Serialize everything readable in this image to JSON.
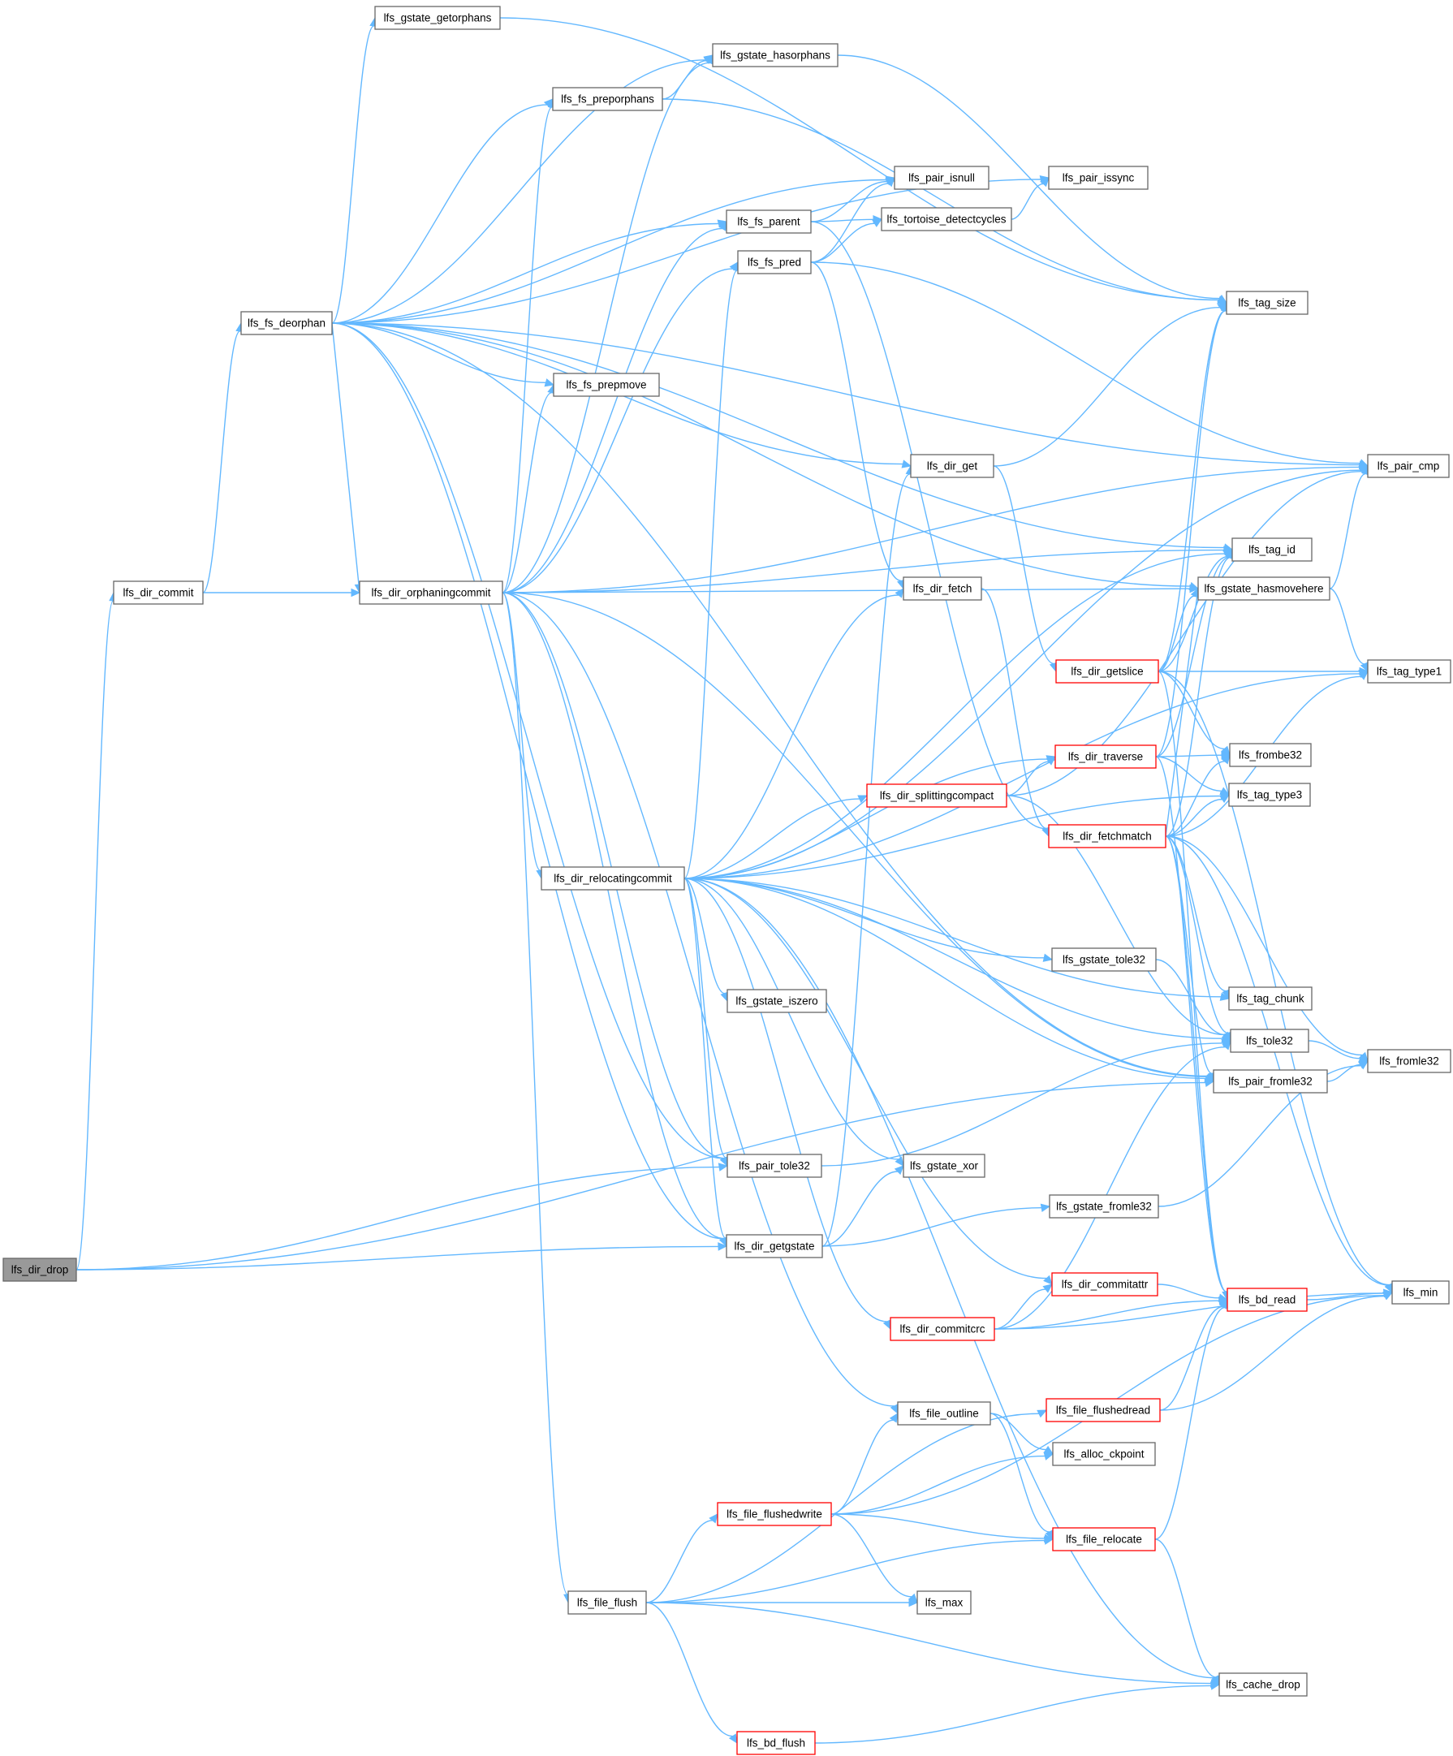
{
  "colors": {
    "edge": "#63b8ff",
    "node_border": "#666666",
    "node_fill": "#ffffff",
    "node_root_fill": "#999999",
    "node_root_border": "#666666",
    "node_highlight_border": "#ff0000",
    "text": "#000000"
  },
  "nodes": [
    {
      "id": "lfs_dir_drop",
      "label": "lfs_dir_drop",
      "style": "root"
    },
    {
      "id": "lfs_dir_commit",
      "label": "lfs_dir_commit",
      "style": "normal"
    },
    {
      "id": "lfs_fs_deorphan",
      "label": "lfs_fs_deorphan",
      "style": "normal"
    },
    {
      "id": "lfs_dir_orphaningcommit",
      "label": "lfs_dir_orphaningcommit",
      "style": "normal"
    },
    {
      "id": "lfs_dir_relocatingcommit",
      "label": "lfs_dir_relocatingcommit",
      "style": "normal"
    },
    {
      "id": "lfs_file_flush",
      "label": "lfs_file_flush",
      "style": "normal"
    },
    {
      "id": "lfs_gstate_getorphans",
      "label": "lfs_gstate_getorphans",
      "style": "normal"
    },
    {
      "id": "lfs_gstate_hasorphans",
      "label": "lfs_gstate_hasorphans",
      "style": "normal"
    },
    {
      "id": "lfs_fs_preporphans",
      "label": "lfs_fs_preporphans",
      "style": "normal"
    },
    {
      "id": "lfs_pair_isnull",
      "label": "lfs_pair_isnull",
      "style": "normal"
    },
    {
      "id": "lfs_pair_issync",
      "label": "lfs_pair_issync",
      "style": "normal"
    },
    {
      "id": "lfs_fs_parent",
      "label": "lfs_fs_parent",
      "style": "normal"
    },
    {
      "id": "lfs_tortoise_detectcycles",
      "label": "lfs_tortoise_detectcycles",
      "style": "normal"
    },
    {
      "id": "lfs_fs_pred",
      "label": "lfs_fs_pred",
      "style": "normal"
    },
    {
      "id": "lfs_tag_size",
      "label": "lfs_tag_size",
      "style": "normal"
    },
    {
      "id": "lfs_fs_prepmove",
      "label": "lfs_fs_prepmove",
      "style": "normal"
    },
    {
      "id": "lfs_dir_get",
      "label": "lfs_dir_get",
      "style": "normal"
    },
    {
      "id": "lfs_pair_cmp",
      "label": "lfs_pair_cmp",
      "style": "normal"
    },
    {
      "id": "lfs_tag_id",
      "label": "lfs_tag_id",
      "style": "normal"
    },
    {
      "id": "lfs_dir_fetch",
      "label": "lfs_dir_fetch",
      "style": "normal"
    },
    {
      "id": "lfs_gstate_hasmovehere",
      "label": "lfs_gstate_hasmovehere",
      "style": "normal"
    },
    {
      "id": "lfs_dir_getslice",
      "label": "lfs_dir_getslice",
      "style": "red"
    },
    {
      "id": "lfs_tag_type1",
      "label": "lfs_tag_type1",
      "style": "normal"
    },
    {
      "id": "lfs_dir_traverse",
      "label": "lfs_dir_traverse",
      "style": "red"
    },
    {
      "id": "lfs_frombe32",
      "label": "lfs_frombe32",
      "style": "normal"
    },
    {
      "id": "lfs_dir_splittingcompact",
      "label": "lfs_dir_splittingcompact",
      "style": "red"
    },
    {
      "id": "lfs_tag_type3",
      "label": "lfs_tag_type3",
      "style": "normal"
    },
    {
      "id": "lfs_dir_fetchmatch",
      "label": "lfs_dir_fetchmatch",
      "style": "red"
    },
    {
      "id": "lfs_gstate_tole32",
      "label": "lfs_gstate_tole32",
      "style": "normal"
    },
    {
      "id": "lfs_tag_chunk",
      "label": "lfs_tag_chunk",
      "style": "normal"
    },
    {
      "id": "lfs_gstate_iszero",
      "label": "lfs_gstate_iszero",
      "style": "normal"
    },
    {
      "id": "lfs_tole32",
      "label": "lfs_tole32",
      "style": "normal"
    },
    {
      "id": "lfs_fromle32",
      "label": "lfs_fromle32",
      "style": "normal"
    },
    {
      "id": "lfs_pair_fromle32",
      "label": "lfs_pair_fromle32",
      "style": "normal"
    },
    {
      "id": "lfs_pair_tole32",
      "label": "lfs_pair_tole32",
      "style": "normal"
    },
    {
      "id": "lfs_gstate_xor",
      "label": "lfs_gstate_xor",
      "style": "normal"
    },
    {
      "id": "lfs_gstate_fromle32",
      "label": "lfs_gstate_fromle32",
      "style": "normal"
    },
    {
      "id": "lfs_dir_getgstate",
      "label": "lfs_dir_getgstate",
      "style": "normal"
    },
    {
      "id": "lfs_dir_commitattr",
      "label": "lfs_dir_commitattr",
      "style": "red"
    },
    {
      "id": "lfs_bd_read",
      "label": "lfs_bd_read",
      "style": "red"
    },
    {
      "id": "lfs_min",
      "label": "lfs_min",
      "style": "normal"
    },
    {
      "id": "lfs_dir_commitcrc",
      "label": "lfs_dir_commitcrc",
      "style": "red"
    },
    {
      "id": "lfs_file_outline",
      "label": "lfs_file_outline",
      "style": "normal"
    },
    {
      "id": "lfs_file_flushedread",
      "label": "lfs_file_flushedread",
      "style": "red"
    },
    {
      "id": "lfs_alloc_ckpoint",
      "label": "lfs_alloc_ckpoint",
      "style": "normal"
    },
    {
      "id": "lfs_file_flushedwrite",
      "label": "lfs_file_flushedwrite",
      "style": "red"
    },
    {
      "id": "lfs_file_relocate",
      "label": "lfs_file_relocate",
      "style": "red"
    },
    {
      "id": "lfs_max",
      "label": "lfs_max",
      "style": "normal"
    },
    {
      "id": "lfs_cache_drop",
      "label": "lfs_cache_drop",
      "style": "normal"
    },
    {
      "id": "lfs_bd_flush",
      "label": "lfs_bd_flush",
      "style": "red"
    }
  ],
  "edges": [
    [
      "lfs_dir_drop",
      "lfs_dir_commit"
    ],
    [
      "lfs_dir_drop",
      "lfs_pair_tole32"
    ],
    [
      "lfs_dir_drop",
      "lfs_dir_getgstate"
    ],
    [
      "lfs_dir_drop",
      "lfs_pair_fromle32"
    ],
    [
      "lfs_dir_commit",
      "lfs_fs_deorphan"
    ],
    [
      "lfs_dir_commit",
      "lfs_dir_orphaningcommit"
    ],
    [
      "lfs_fs_deorphan",
      "lfs_gstate_getorphans"
    ],
    [
      "lfs_fs_deorphan",
      "lfs_gstate_hasorphans"
    ],
    [
      "lfs_fs_deorphan",
      "lfs_fs_preporphans"
    ],
    [
      "lfs_fs_deorphan",
      "lfs_pair_issync"
    ],
    [
      "lfs_fs_deorphan",
      "lfs_pair_isnull"
    ],
    [
      "lfs_fs_deorphan",
      "lfs_fs_parent"
    ],
    [
      "lfs_fs_deorphan",
      "lfs_gstate_hasmovehere"
    ],
    [
      "lfs_fs_deorphan",
      "lfs_tag_id"
    ],
    [
      "lfs_fs_deorphan",
      "lfs_fs_prepmove"
    ],
    [
      "lfs_fs_deorphan",
      "lfs_dir_get"
    ],
    [
      "lfs_fs_deorphan",
      "lfs_pair_cmp"
    ],
    [
      "lfs_fs_deorphan",
      "lfs_dir_orphaningcommit"
    ],
    [
      "lfs_fs_deorphan",
      "lfs_pair_tole32"
    ],
    [
      "lfs_fs_deorphan",
      "lfs_dir_getgstate"
    ],
    [
      "lfs_fs_deorphan",
      "lfs_pair_fromle32"
    ],
    [
      "lfs_gstate_getorphans",
      "lfs_tag_size"
    ],
    [
      "lfs_gstate_hasorphans",
      "lfs_tag_size"
    ],
    [
      "lfs_fs_preporphans",
      "lfs_gstate_hasorphans"
    ],
    [
      "lfs_fs_preporphans",
      "lfs_tag_size"
    ],
    [
      "lfs_fs_parent",
      "lfs_pair_isnull"
    ],
    [
      "lfs_fs_parent",
      "lfs_tortoise_detectcycles"
    ],
    [
      "lfs_fs_parent",
      "lfs_dir_fetchmatch"
    ],
    [
      "lfs_tortoise_detectcycles",
      "lfs_pair_issync"
    ],
    [
      "lfs_fs_pred",
      "lfs_pair_isnull"
    ],
    [
      "lfs_fs_pred",
      "lfs_tortoise_detectcycles"
    ],
    [
      "lfs_fs_pred",
      "lfs_pair_cmp"
    ],
    [
      "lfs_fs_pred",
      "lfs_dir_fetch"
    ],
    [
      "lfs_dir_get",
      "lfs_tag_size"
    ],
    [
      "lfs_dir_get",
      "lfs_dir_getslice"
    ],
    [
      "lfs_dir_fetch",
      "lfs_dir_fetchmatch"
    ],
    [
      "lfs_gstate_hasmovehere",
      "lfs_pair_cmp"
    ],
    [
      "lfs_gstate_hasmovehere",
      "lfs_tag_type1"
    ],
    [
      "lfs_dir_getslice",
      "lfs_tag_size"
    ],
    [
      "lfs_dir_getslice",
      "lfs_tag_id"
    ],
    [
      "lfs_dir_getslice",
      "lfs_gstate_hasmovehere"
    ],
    [
      "lfs_dir_getslice",
      "lfs_tag_type1"
    ],
    [
      "lfs_dir_getslice",
      "lfs_frombe32"
    ],
    [
      "lfs_dir_getslice",
      "lfs_min"
    ],
    [
      "lfs_dir_getslice",
      "lfs_bd_read"
    ],
    [
      "lfs_dir_traverse",
      "lfs_tag_size"
    ],
    [
      "lfs_dir_traverse",
      "lfs_tag_id"
    ],
    [
      "lfs_dir_traverse",
      "lfs_frombe32"
    ],
    [
      "lfs_dir_traverse",
      "lfs_tag_type3"
    ],
    [
      "lfs_dir_traverse",
      "lfs_bd_read"
    ],
    [
      "lfs_dir_splittingcompact",
      "lfs_pair_cmp"
    ],
    [
      "lfs_dir_splittingcompact",
      "lfs_dir_traverse"
    ],
    [
      "lfs_dir_splittingcompact",
      "lfs_tole32"
    ],
    [
      "lfs_dir_fetchmatch",
      "lfs_tag_id"
    ],
    [
      "lfs_dir_fetchmatch",
      "lfs_gstate_hasmovehere"
    ],
    [
      "lfs_dir_fetchmatch",
      "lfs_frombe32"
    ],
    [
      "lfs_dir_fetchmatch",
      "lfs_tag_type3"
    ],
    [
      "lfs_dir_fetchmatch",
      "lfs_tag_type1"
    ],
    [
      "lfs_dir_fetchmatch",
      "lfs_tag_chunk"
    ],
    [
      "lfs_dir_fetchmatch",
      "lfs_tole32"
    ],
    [
      "lfs_dir_fetchmatch",
      "lfs_fromle32"
    ],
    [
      "lfs_dir_fetchmatch",
      "lfs_pair_fromle32"
    ],
    [
      "lfs_dir_fetchmatch",
      "lfs_bd_read"
    ],
    [
      "lfs_dir_fetchmatch",
      "lfs_min"
    ],
    [
      "lfs_dir_orphaningcommit",
      "lfs_gstate_hasorphans"
    ],
    [
      "lfs_dir_orphaningcommit",
      "lfs_fs_preporphans"
    ],
    [
      "lfs_dir_orphaningcommit",
      "lfs_fs_parent"
    ],
    [
      "lfs_dir_orphaningcommit",
      "lfs_fs_pred"
    ],
    [
      "lfs_dir_orphaningcommit",
      "lfs_fs_prepmove"
    ],
    [
      "lfs_dir_orphaningcommit",
      "lfs_pair_cmp"
    ],
    [
      "lfs_dir_orphaningcommit",
      "lfs_tag_id"
    ],
    [
      "lfs_dir_orphaningcommit",
      "lfs_gstate_hasmovehere"
    ],
    [
      "lfs_dir_orphaningcommit",
      "lfs_dir_relocatingcommit"
    ],
    [
      "lfs_dir_orphaningcommit",
      "lfs_pair_tole32"
    ],
    [
      "lfs_dir_orphaningcommit",
      "lfs_dir_getgstate"
    ],
    [
      "lfs_dir_orphaningcommit",
      "lfs_file_outline"
    ],
    [
      "lfs_dir_orphaningcommit",
      "lfs_file_flush"
    ],
    [
      "lfs_dir_orphaningcommit",
      "lfs_pair_fromle32"
    ],
    [
      "lfs_dir_relocatingcommit",
      "lfs_fs_pred"
    ],
    [
      "lfs_dir_relocatingcommit",
      "lfs_dir_fetch"
    ],
    [
      "lfs_dir_relocatingcommit",
      "lfs_tag_id"
    ],
    [
      "lfs_dir_relocatingcommit",
      "lfs_pair_cmp"
    ],
    [
      "lfs_dir_relocatingcommit",
      "lfs_tag_type1"
    ],
    [
      "lfs_dir_relocatingcommit",
      "lfs_dir_traverse"
    ],
    [
      "lfs_dir_relocatingcommit",
      "lfs_dir_splittingcompact"
    ],
    [
      "lfs_dir_relocatingcommit",
      "lfs_tag_type3"
    ],
    [
      "lfs_dir_relocatingcommit",
      "lfs_gstate_tole32"
    ],
    [
      "lfs_dir_relocatingcommit",
      "lfs_tag_chunk"
    ],
    [
      "lfs_dir_relocatingcommit",
      "lfs_gstate_iszero"
    ],
    [
      "lfs_dir_relocatingcommit",
      "lfs_tole32"
    ],
    [
      "lfs_dir_relocatingcommit",
      "lfs_pair_fromle32"
    ],
    [
      "lfs_dir_relocatingcommit",
      "lfs_pair_tole32"
    ],
    [
      "lfs_dir_relocatingcommit",
      "lfs_gstate_xor"
    ],
    [
      "lfs_dir_relocatingcommit",
      "lfs_dir_getgstate"
    ],
    [
      "lfs_dir_relocatingcommit",
      "lfs_dir_commitattr"
    ],
    [
      "lfs_dir_relocatingcommit",
      "lfs_dir_commitcrc"
    ],
    [
      "lfs_dir_relocatingcommit",
      "lfs_cache_drop"
    ],
    [
      "lfs_gstate_tole32",
      "lfs_tole32"
    ],
    [
      "lfs_tole32",
      "lfs_fromle32"
    ],
    [
      "lfs_pair_fromle32",
      "lfs_fromle32"
    ],
    [
      "lfs_pair_tole32",
      "lfs_tole32"
    ],
    [
      "lfs_gstate_fromle32",
      "lfs_fromle32"
    ],
    [
      "lfs_dir_getgstate",
      "lfs_dir_get"
    ],
    [
      "lfs_dir_getgstate",
      "lfs_gstate_xor"
    ],
    [
      "lfs_dir_getgstate",
      "lfs_gstate_fromle32"
    ],
    [
      "lfs_dir_commitattr",
      "lfs_bd_read"
    ],
    [
      "lfs_bd_read",
      "lfs_min"
    ],
    [
      "lfs_dir_commitcrc",
      "lfs_dir_commitattr"
    ],
    [
      "lfs_dir_commitcrc",
      "lfs_tole32"
    ],
    [
      "lfs_dir_commitcrc",
      "lfs_bd_read"
    ],
    [
      "lfs_dir_commitcrc",
      "lfs_min"
    ],
    [
      "lfs_file_outline",
      "lfs_alloc_ckpoint"
    ],
    [
      "lfs_file_outline",
      "lfs_file_relocate"
    ],
    [
      "lfs_file_flushedread",
      "lfs_bd_read"
    ],
    [
      "lfs_file_flushedread",
      "lfs_min"
    ],
    [
      "lfs_file_flushedwrite",
      "lfs_file_outline"
    ],
    [
      "lfs_file_flushedwrite",
      "lfs_alloc_ckpoint"
    ],
    [
      "lfs_file_flushedwrite",
      "lfs_min"
    ],
    [
      "lfs_file_flushedwrite",
      "lfs_file_relocate"
    ],
    [
      "lfs_file_flushedwrite",
      "lfs_max"
    ],
    [
      "lfs_file_relocate",
      "lfs_bd_read"
    ],
    [
      "lfs_file_relocate",
      "lfs_cache_drop"
    ],
    [
      "lfs_file_flush",
      "lfs_file_flushedread"
    ],
    [
      "lfs_file_flush",
      "lfs_file_flushedwrite"
    ],
    [
      "lfs_file_flush",
      "lfs_max"
    ],
    [
      "lfs_file_flush",
      "lfs_file_relocate"
    ],
    [
      "lfs_file_flush",
      "lfs_cache_drop"
    ],
    [
      "lfs_file_flush",
      "lfs_bd_flush"
    ],
    [
      "lfs_bd_flush",
      "lfs_cache_drop"
    ]
  ]
}
